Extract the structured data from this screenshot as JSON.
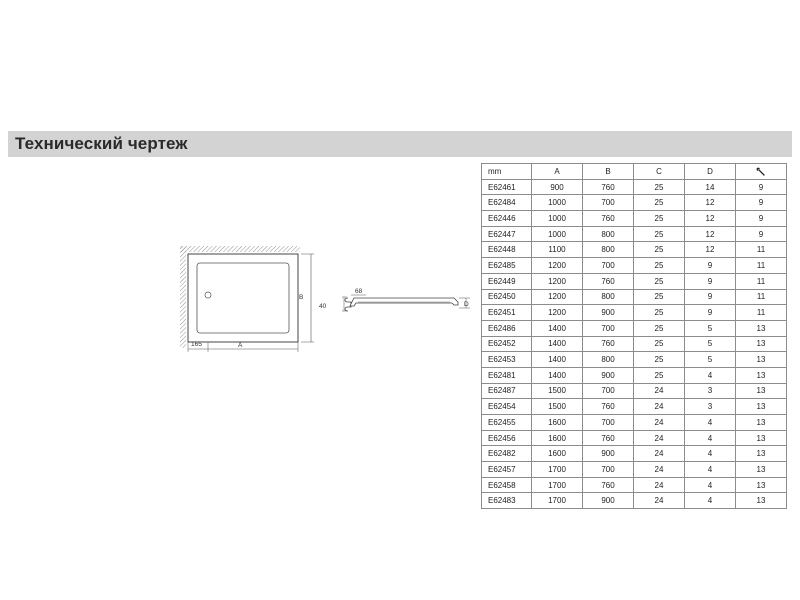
{
  "header": {
    "title": "Технический чертеж"
  },
  "drawing": {
    "label_b": "B",
    "label_a": "A",
    "label_165": "165",
    "label_68": "68",
    "label_40": "40",
    "label_d": "D"
  },
  "table": {
    "headers": [
      "mm",
      "A",
      "B",
      "C",
      "D"
    ],
    "last_header_icon": "wrench-icon",
    "rows": [
      [
        "E62461",
        "900",
        "760",
        "25",
        "14",
        "9"
      ],
      [
        "E62484",
        "1000",
        "700",
        "25",
        "12",
        "9"
      ],
      [
        "E62446",
        "1000",
        "760",
        "25",
        "12",
        "9"
      ],
      [
        "E62447",
        "1000",
        "800",
        "25",
        "12",
        "9"
      ],
      [
        "E62448",
        "1100",
        "800",
        "25",
        "12",
        "11"
      ],
      [
        "E62485",
        "1200",
        "700",
        "25",
        "9",
        "11"
      ],
      [
        "E62449",
        "1200",
        "760",
        "25",
        "9",
        "11"
      ],
      [
        "E62450",
        "1200",
        "800",
        "25",
        "9",
        "11"
      ],
      [
        "E62451",
        "1200",
        "900",
        "25",
        "9",
        "11"
      ],
      [
        "E62486",
        "1400",
        "700",
        "25",
        "5",
        "13"
      ],
      [
        "E62452",
        "1400",
        "760",
        "25",
        "5",
        "13"
      ],
      [
        "E62453",
        "1400",
        "800",
        "25",
        "5",
        "13"
      ],
      [
        "E62481",
        "1400",
        "900",
        "25",
        "4",
        "13"
      ],
      [
        "E62487",
        "1500",
        "700",
        "24",
        "3",
        "13"
      ],
      [
        "E62454",
        "1500",
        "760",
        "24",
        "3",
        "13"
      ],
      [
        "E62455",
        "1600",
        "700",
        "24",
        "4",
        "13"
      ],
      [
        "E62456",
        "1600",
        "760",
        "24",
        "4",
        "13"
      ],
      [
        "E62482",
        "1600",
        "900",
        "24",
        "4",
        "13"
      ],
      [
        "E62457",
        "1700",
        "700",
        "24",
        "4",
        "13"
      ],
      [
        "E62458",
        "1700",
        "760",
        "24",
        "4",
        "13"
      ],
      [
        "E62483",
        "1700",
        "900",
        "24",
        "4",
        "13"
      ]
    ]
  }
}
